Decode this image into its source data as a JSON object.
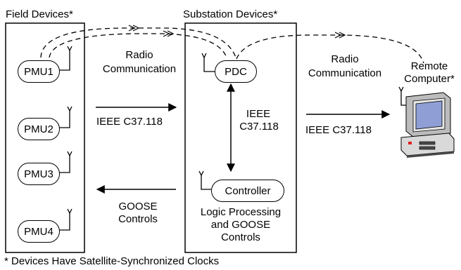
{
  "field": {
    "title": "Field Devices*",
    "pmus": [
      "PMU1",
      "PMU2",
      "PMU3",
      "PMU4"
    ]
  },
  "substation": {
    "title": "Substation Devices*",
    "pdc": "PDC",
    "controller": "Controller",
    "logic_line1": "Logic Processing",
    "logic_line2": "and GOOSE",
    "logic_line3": "Controls",
    "ieee_line1": "IEEE",
    "ieee_line2": "C37.118"
  },
  "links": {
    "radio1_line1": "Radio",
    "radio1_line2": "Communication",
    "radio2_line1": "Radio",
    "radio2_line2": "Communication",
    "ieee_field": "IEEE C37.118",
    "ieee_remote": "IEEE C37.118",
    "goose_line1": "GOOSE",
    "goose_line2": "Controls"
  },
  "remote": {
    "line1": "Remote",
    "line2": "Computer*"
  },
  "footnote": "* Devices Have Satellite-Synchronized Clocks",
  "colors": {
    "screen": "#8f9fd6",
    "computer_body": "#d9d9d9",
    "computer_dark": "#4a4a4a",
    "led_red": "#e02020"
  }
}
